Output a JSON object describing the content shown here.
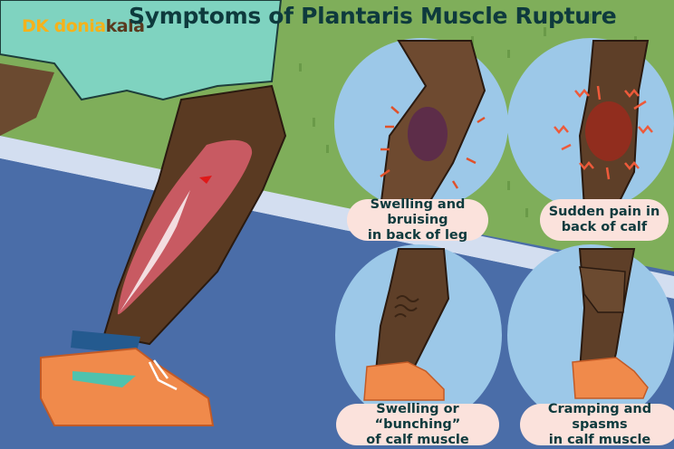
{
  "title": "Symptoms of Plantaris Muscle Rupture",
  "logo": {
    "part1": "DK donia",
    "part2": "kala"
  },
  "colors": {
    "court_blue": "#4a6da8",
    "grass_green": "#7fae5a",
    "circle_blue": "#9cc8e8",
    "label_bg": "#fbe2dc",
    "title_text": "#0e3a3d",
    "skin": "#6b4a30",
    "shoe_orange": "#f08a4b"
  },
  "panels": [
    {
      "id": "bruising",
      "line1": "Swelling and bruising",
      "line2": "in back of leg"
    },
    {
      "id": "sudden-pain",
      "line1": "Sudden pain in",
      "line2": "back of calf"
    },
    {
      "id": "bunching",
      "line1": "Swelling or “bunching”",
      "line2": "of calf muscle"
    },
    {
      "id": "cramping",
      "line1": "Cramping and spasms",
      "line2": "in calf muscle"
    }
  ]
}
